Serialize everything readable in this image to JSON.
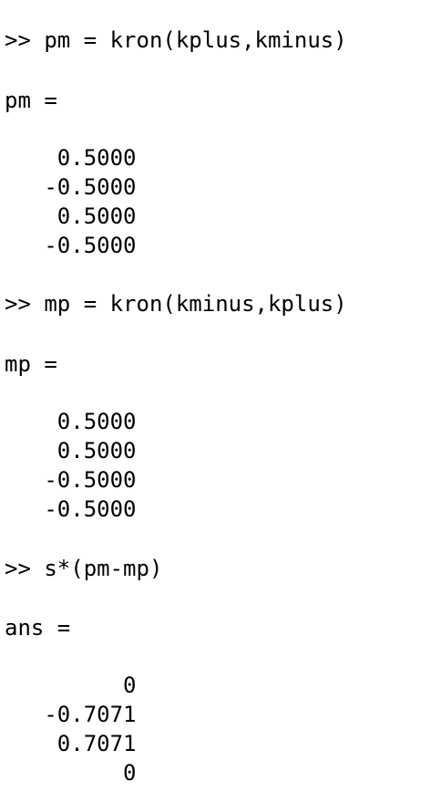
{
  "console": {
    "lines": [
      ">> pm = kron(kplus,kminus)",
      "",
      "pm =",
      "",
      "    0.5000",
      "   -0.5000",
      "    0.5000",
      "   -0.5000",
      "",
      ">> mp = kron(kminus,kplus)",
      "",
      "mp =",
      "",
      "    0.5000",
      "    0.5000",
      "   -0.5000",
      "   -0.5000",
      "",
      ">> s*(pm-mp)",
      "",
      "ans =",
      "",
      "         0",
      "   -0.7071",
      "    0.7071",
      "         0"
    ]
  }
}
